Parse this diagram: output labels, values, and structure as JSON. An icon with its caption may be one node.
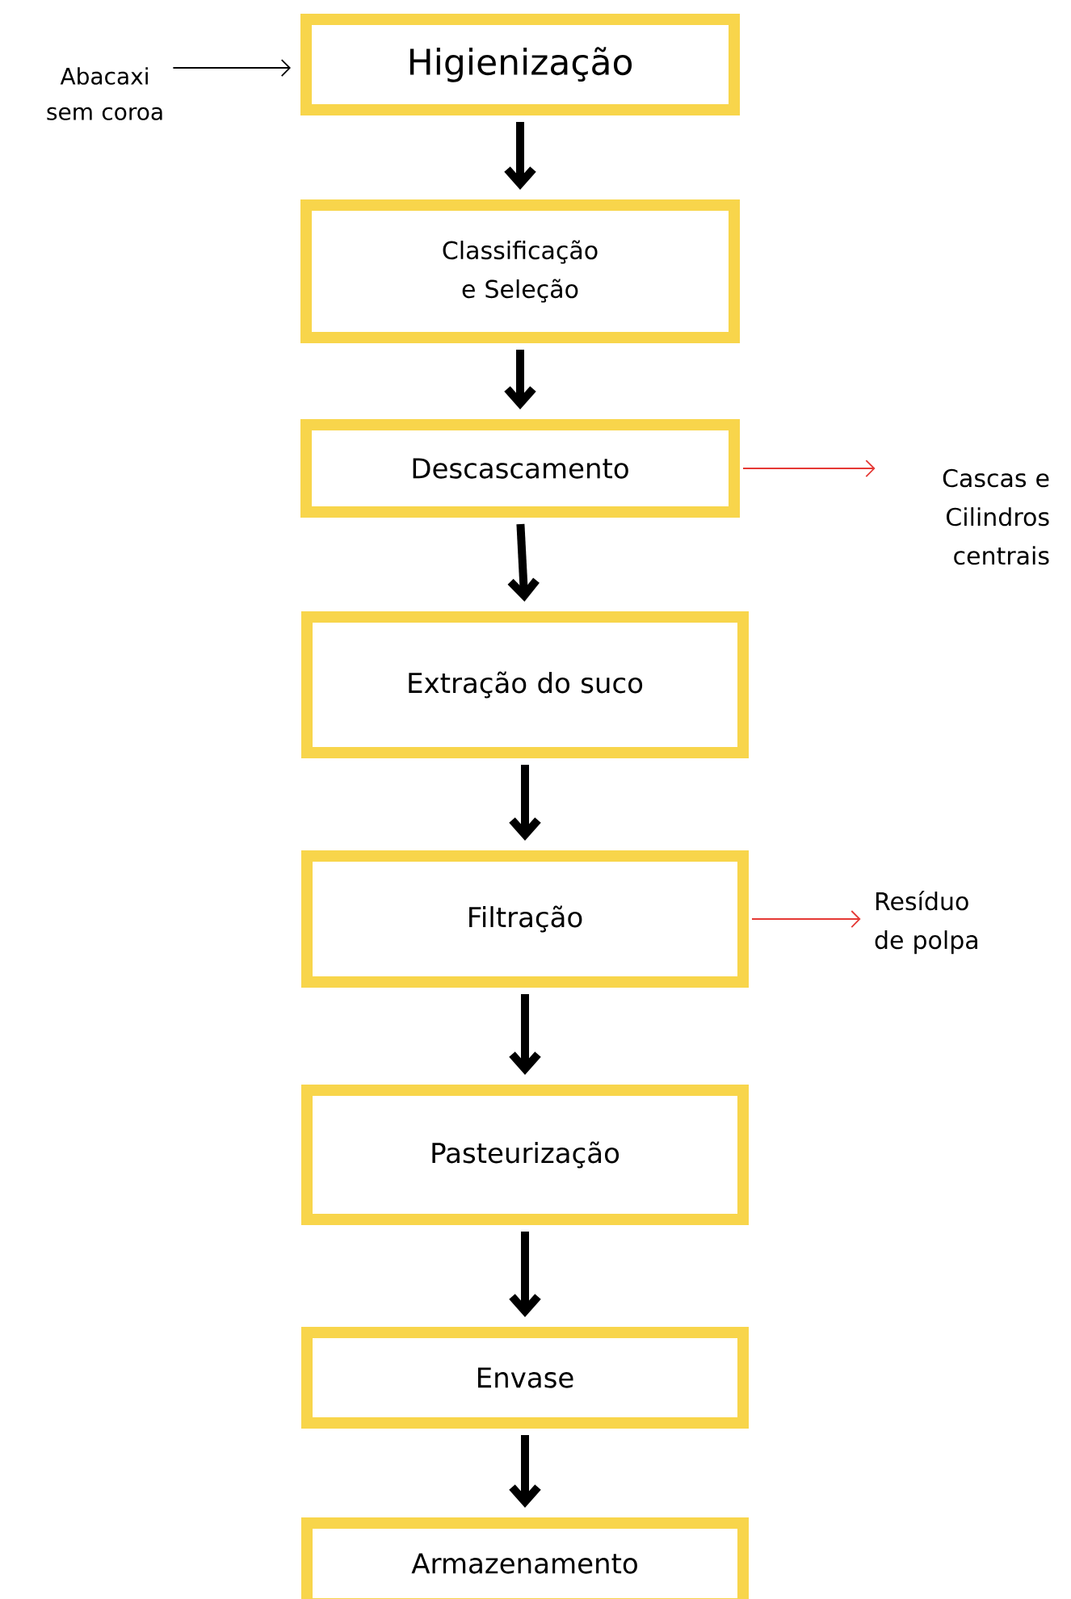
{
  "diagram": {
    "nodes": [
      {
        "text": [
          "Abacaxi sem coroa"
        ]
      },
      {
        "text": [
          "Higienização"
        ]
      },
      {
        "text": [
          "Classificação e Seleção"
        ]
      },
      {
        "text": [
          "Descascamento"
        ]
      },
      {
        "text": [
          "Cascas e Cilindros centrais"
        ]
      },
      {
        "text": [
          "Extração do suco"
        ]
      },
      {
        "text": [
          "Filtração"
        ]
      },
      {
        "text": [
          "Resíduo de polpa"
        ]
      },
      {
        "text": [
          "Pasteurização"
        ]
      },
      {
        "text": [
          "Envase"
        ]
      },
      {
        "text": [
          "Armazenamento"
        ]
      }
    ],
    "edges": [
      {
        "from": 0,
        "to": 1,
        "arrow": "to"
      },
      {
        "from": 1,
        "to": 2,
        "arrow": "to"
      },
      {
        "from": 2,
        "to": 3,
        "arrow": "to"
      },
      {
        "from": 3,
        "to": 4,
        "arrow": "to",
        "color": "#e53935"
      },
      {
        "from": 3,
        "to": 5,
        "arrow": "to"
      },
      {
        "from": 5,
        "to": 6,
        "arrow": "to"
      },
      {
        "from": 6,
        "to": 7,
        "arrow": "to",
        "color": "#e53935"
      },
      {
        "from": 6,
        "to": 8,
        "arrow": "to"
      },
      {
        "from": 8,
        "to": 9,
        "arrow": "to"
      },
      {
        "from": 9,
        "to": 10,
        "arrow": "to"
      }
    ]
  }
}
